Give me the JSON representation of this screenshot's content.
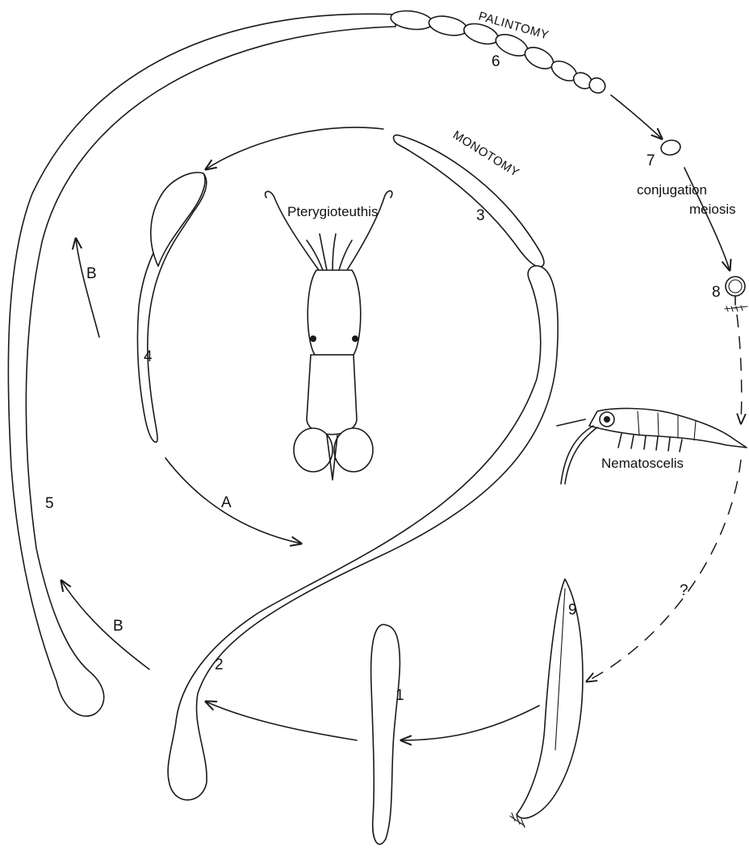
{
  "diagram": {
    "stages": {
      "s1": "1",
      "s2": "2",
      "s3": "3",
      "s4": "4",
      "s5": "5",
      "s6": "6",
      "s7": "7",
      "s8": "8",
      "s9": "9"
    },
    "processes": {
      "palintomy": "PALINTOMY",
      "monotomy": "MONOTOMY",
      "conjugation": "conjugation",
      "meiosis": "meiosis"
    },
    "paths": {
      "a": "A",
      "b_upper": "B",
      "b_lower": "B",
      "unknown": "?"
    },
    "hosts": {
      "squid": "Pterygioteuthis",
      "krill": "Nematoscelis"
    }
  }
}
